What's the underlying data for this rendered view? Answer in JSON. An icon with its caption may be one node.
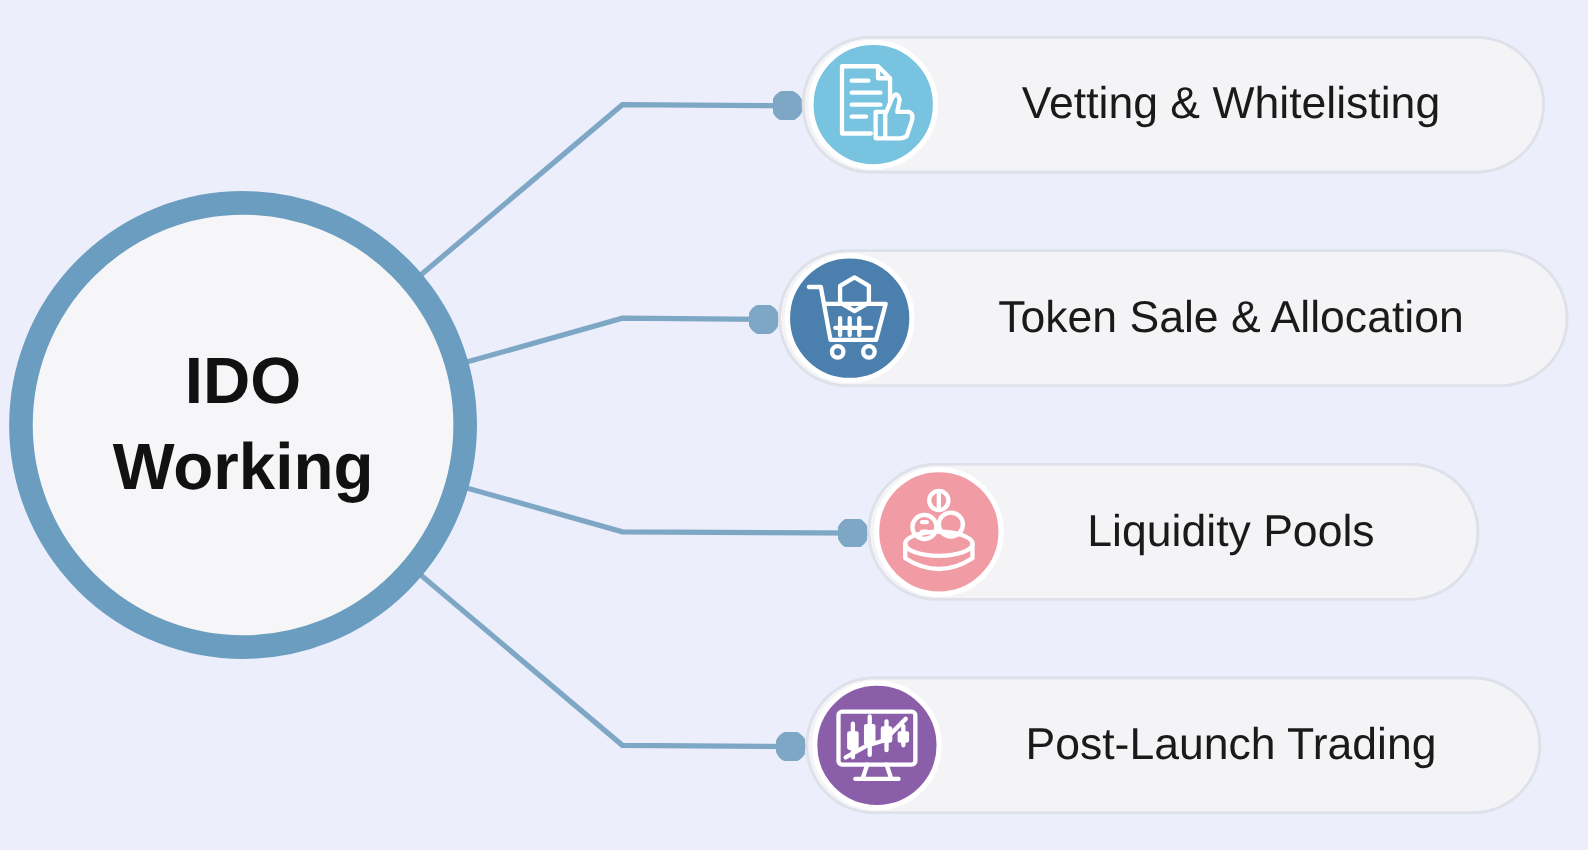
{
  "diagram": {
    "nodes": [
      {
        "text": [
          "IDO Working"
        ]
      },
      {
        "text": [
          "Vetting & Whitelisting"
        ]
      },
      {
        "text": [
          "Token Sale & Allocation"
        ]
      },
      {
        "text": [
          "Liquidity Pools"
        ]
      },
      {
        "text": [
          "Post-Launch Trading"
        ]
      }
    ],
    "edges": [
      {
        "from": 0,
        "to": 1,
        "arrow": "other"
      },
      {
        "from": 0,
        "to": 2,
        "arrow": "other"
      },
      {
        "from": 0,
        "to": 3,
        "arrow": "other"
      },
      {
        "from": 0,
        "to": 4,
        "arrow": "other"
      }
    ]
  }
}
